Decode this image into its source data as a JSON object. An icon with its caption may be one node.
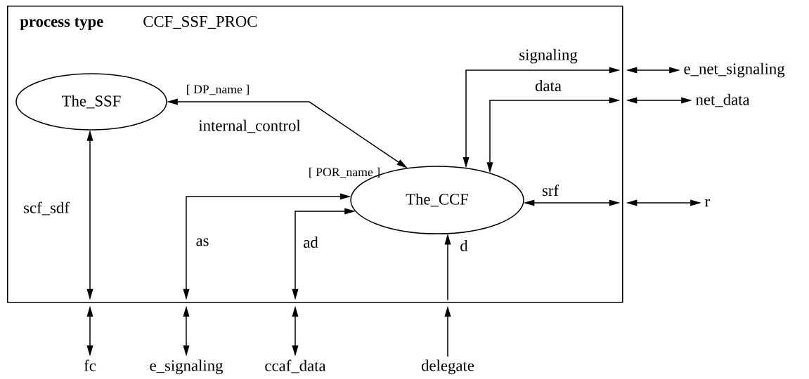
{
  "diagram": {
    "nodes": [
      {
        "text": [
          "process type",
          "CCF_SSF_PROC"
        ]
      },
      {
        "text": [
          "The_SSF"
        ],
        "in": 0
      },
      {
        "text": [
          "The_CCF"
        ],
        "in": 0
      },
      {
        "text": [
          "e_net_signaling"
        ]
      },
      {
        "text": [
          "net_data"
        ]
      },
      {
        "text": [
          "r"
        ]
      },
      {
        "text": [
          "fc"
        ]
      },
      {
        "text": [
          "e_signaling"
        ]
      },
      {
        "text": [
          "ccaf_data"
        ]
      },
      {
        "text": [
          "delegate"
        ]
      }
    ],
    "edges": [
      {
        "from": 1,
        "to": 2,
        "arrow": "both",
        "label": "internal_control"
      },
      {
        "from": 1,
        "to": 0,
        "arrow": "both",
        "label": "scf_sdf"
      },
      {
        "from": 2,
        "to": 0,
        "arrow": "both",
        "label": "signaling"
      },
      {
        "from": 2,
        "to": 0,
        "arrow": "both",
        "label": "data"
      },
      {
        "from": 2,
        "to": 0,
        "arrow": "both",
        "label": "srf"
      },
      {
        "from": 2,
        "to": 0,
        "arrow": "both",
        "label": "as"
      },
      {
        "from": 2,
        "to": 0,
        "arrow": "both",
        "label": "ad"
      },
      {
        "from": 0,
        "to": 2,
        "arrow": "to",
        "label": "d"
      },
      {
        "from": 0,
        "to": 3,
        "arrow": "both"
      },
      {
        "from": 0,
        "to": 4,
        "arrow": "both"
      },
      {
        "from": 0,
        "to": 5,
        "arrow": "both"
      },
      {
        "from": 0,
        "to": 6,
        "arrow": "both"
      },
      {
        "from": 0,
        "to": 7,
        "arrow": "both"
      },
      {
        "from": 0,
        "to": 8,
        "arrow": "both"
      },
      {
        "from": 9,
        "to": 0,
        "arrow": "to"
      }
    ],
    "labels": [
      "[ DP_name ]",
      "[ POR_name ]"
    ]
  }
}
